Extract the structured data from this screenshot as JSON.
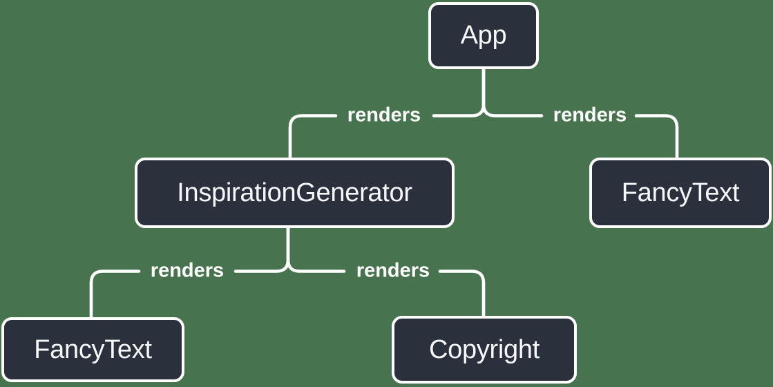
{
  "colors": {
    "background": "#47734F",
    "node_fill": "#2B313C",
    "stroke": "#FFFFFF",
    "node_text": "#F6F7F9"
  },
  "nodes": [
    {
      "id": "app",
      "label": "App"
    },
    {
      "id": "inspiration-generator",
      "label": "InspirationGenerator"
    },
    {
      "id": "fancy-text-top",
      "label": "FancyText"
    },
    {
      "id": "fancy-text-bottom",
      "label": "FancyText"
    },
    {
      "id": "copyright",
      "label": "Copyright"
    }
  ],
  "edges": [
    {
      "from": "App",
      "to": "InspirationGenerator",
      "label": "renders"
    },
    {
      "from": "App",
      "to": "FancyText",
      "label": "renders"
    },
    {
      "from": "InspirationGenerator",
      "to": "FancyText",
      "label": "renders"
    },
    {
      "from": "InspirationGenerator",
      "to": "Copyright",
      "label": "renders"
    }
  ]
}
